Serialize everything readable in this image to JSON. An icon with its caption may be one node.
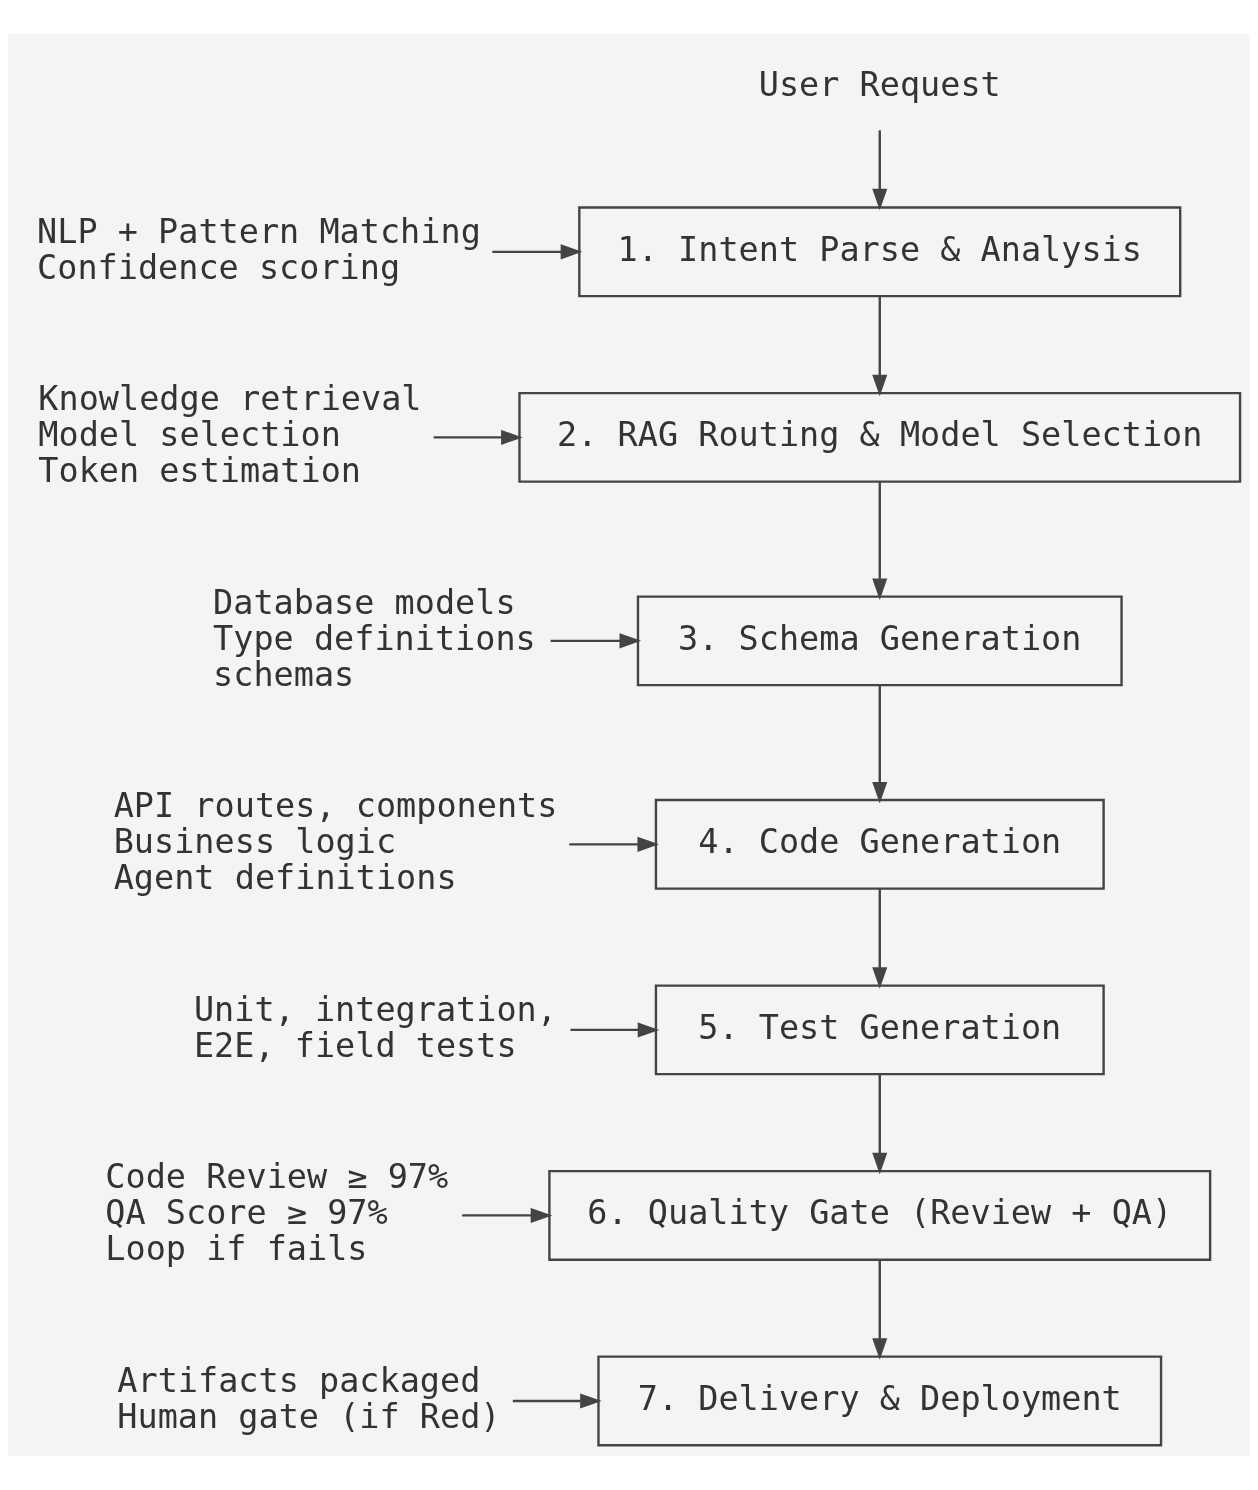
{
  "diagram": {
    "nodes": [
      {
        "text": [
          "User Request"
        ]
      },
      {
        "text": [
          "1. Intent Parse & Analysis"
        ]
      },
      {
        "text": [
          "NLP + Pattern Matching",
          "Confidence scoring"
        ]
      },
      {
        "text": [
          "2. RAG Routing & Model Selection"
        ]
      },
      {
        "text": [
          "Knowledge retrieval",
          "Model selection",
          "Token estimation"
        ]
      },
      {
        "text": [
          "3. Schema Generation"
        ]
      },
      {
        "text": [
          "Database models",
          "Type definitions",
          "schemas"
        ]
      },
      {
        "text": [
          "4. Code Generation"
        ]
      },
      {
        "text": [
          "API routes, components",
          "Business logic",
          "Agent definitions"
        ]
      },
      {
        "text": [
          "5. Test Generation"
        ]
      },
      {
        "text": [
          "Unit, integration,",
          "E2E, field tests"
        ]
      },
      {
        "text": [
          "6. Quality Gate (Review + QA)"
        ]
      },
      {
        "text": [
          "Code Review ≥ 97%",
          "QA Score ≥ 97%",
          "Loop if fails"
        ]
      },
      {
        "text": [
          "7. Delivery & Deployment"
        ]
      },
      {
        "text": [
          "Artifacts packaged",
          "Human gate (if Red)"
        ]
      }
    ],
    "edges": [
      {
        "from": 0,
        "to": 1,
        "arrow": "to"
      },
      {
        "from": 2,
        "to": 1,
        "arrow": "to"
      },
      {
        "from": 1,
        "to": 3,
        "arrow": "to"
      },
      {
        "from": 4,
        "to": 3,
        "arrow": "to"
      },
      {
        "from": 3,
        "to": 5,
        "arrow": "to"
      },
      {
        "from": 6,
        "to": 5,
        "arrow": "to"
      },
      {
        "from": 5,
        "to": 7,
        "arrow": "to"
      },
      {
        "from": 8,
        "to": 7,
        "arrow": "to"
      },
      {
        "from": 7,
        "to": 9,
        "arrow": "to"
      },
      {
        "from": 10,
        "to": 9,
        "arrow": "to"
      },
      {
        "from": 9,
        "to": 11,
        "arrow": "to"
      },
      {
        "from": 12,
        "to": 11,
        "arrow": "to"
      },
      {
        "from": 11,
        "to": 13,
        "arrow": "to"
      },
      {
        "from": 14,
        "to": 13,
        "arrow": "to"
      }
    ]
  }
}
